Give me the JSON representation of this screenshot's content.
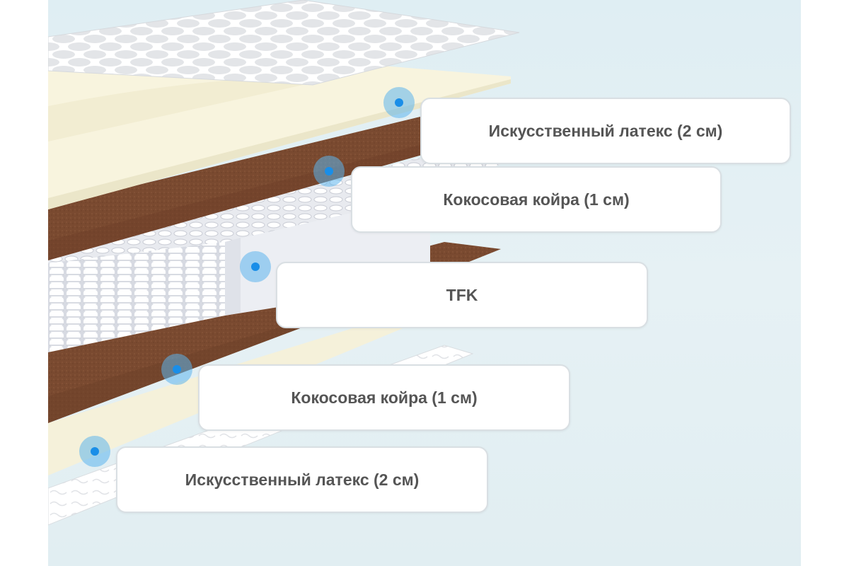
{
  "layers": [
    {
      "label": "Искусственный латекс (2 см)"
    },
    {
      "label": "Кокосовая койра (1 см)"
    },
    {
      "label": "TFK"
    },
    {
      "label": "Кокосовая койра (1 см)"
    },
    {
      "label": "Искусственный латекс (2 см)"
    }
  ],
  "colors": {
    "marker": "#5cb4ec",
    "coir": "#7a4a30",
    "latex": "#f7f3dc",
    "background": "#e2eff3"
  }
}
